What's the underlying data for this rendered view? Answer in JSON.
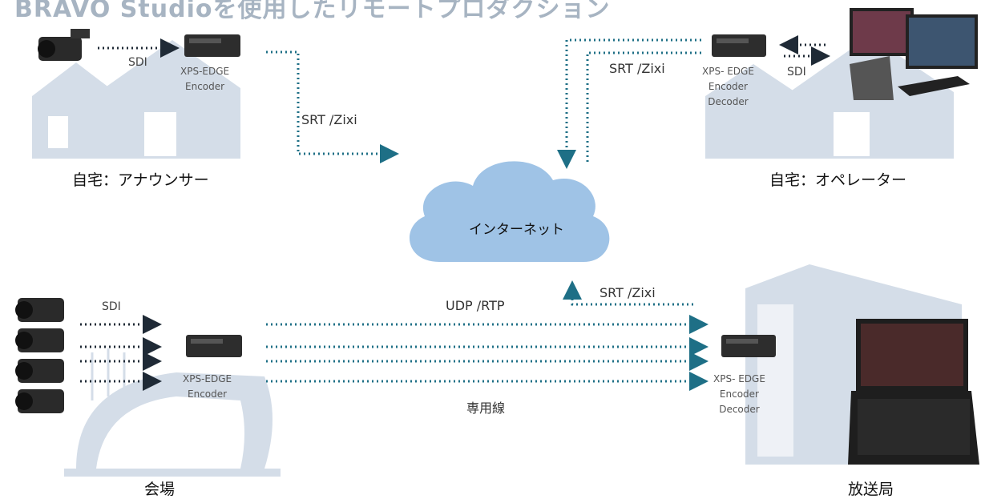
{
  "title": "BRAVO Studioを使用したリモートプロダクション",
  "locations": {
    "announcer": "自宅：アナウンサー",
    "operator": "自宅：オペレーター",
    "venue": "会場",
    "broadcaster": "放送局"
  },
  "cloud": {
    "label": "インターネット"
  },
  "connections": {
    "sdi_announcer": "SDI",
    "sdi_operator": "SDI",
    "sdi_venue": "SDI",
    "srt_zixi_left": "SRT /Zixi",
    "srt_zixi_right": "SRT /Zixi",
    "srt_zixi_broadcast": "SRT /Zixi",
    "udp_rtp": "UDP /RTP",
    "dedicated_line": "専用線"
  },
  "devices": {
    "announcer_encoder": [
      "XPS-EDGE",
      "Encoder"
    ],
    "operator_codec": [
      "XPS- EDGE",
      "Encoder",
      "Decoder"
    ],
    "venue_encoder": [
      "XPS-EDGE",
      "Encoder"
    ],
    "broadcast_codec": [
      "XPS- EDGE",
      "Encoder",
      "Decoder"
    ]
  },
  "colors": {
    "arrow_dark": "#1f2a36",
    "arrow_teal": "#1e6f86",
    "cloud_fill": "#9fc3e6",
    "building_fill": "#d4dde8"
  },
  "icons": {
    "camera": "camcorder-icon",
    "encoder": "encoder-box-icon",
    "house": "house-icon",
    "stadium": "stadium-icon",
    "office": "office-building-icon",
    "control": "production-switcher-icon"
  }
}
